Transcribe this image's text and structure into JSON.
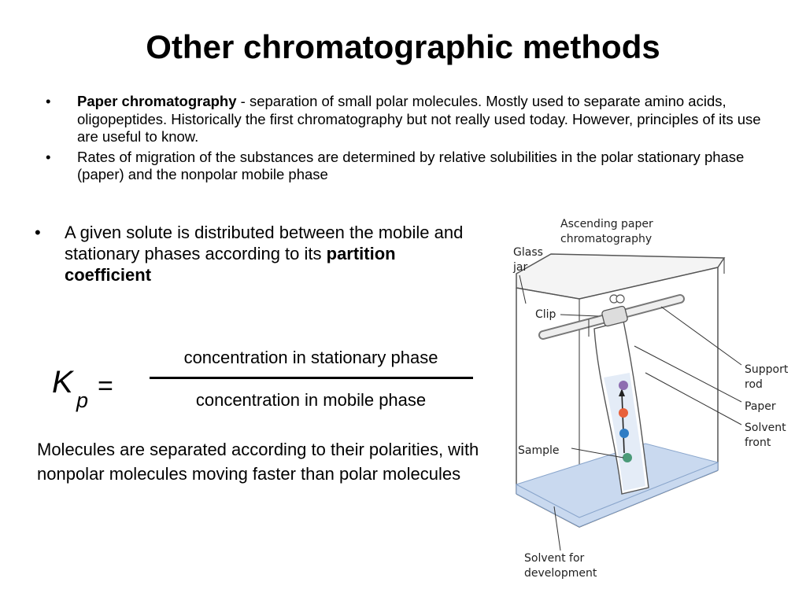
{
  "title": "Other chromatographic methods",
  "top_bullets": [
    {
      "bold": "Paper chromatography",
      "text": " - separation of small polar molecules.  Mostly  used to separate amino acids, oligopeptides.  Historically the first chromatography but not really used today.  However, principles of its use are useful to know."
    },
    {
      "bold": "",
      "text": "Rates of migration of the substances are determined by relative solubilities in the polar stationary phase (paper) and the nonpolar mobile phase"
    }
  ],
  "left_bullet": {
    "text": "A given solute is distributed between the mobile and stationary phases according to its ",
    "bold": "partition coefficient"
  },
  "bullet_symbol": "•",
  "formula": {
    "symbol": "K",
    "subscript": "p",
    "equals": "=",
    "numerator": "concentration in stationary phase",
    "denominator": "concentration in mobile phase"
  },
  "paragraph": "Molecules are separated according to their polarities, with nonpolar molecules moving faster than polar molecules",
  "diagram": {
    "title_line1": "Ascending paper",
    "title_line2": "chromatography",
    "labels": {
      "glass_jar_1": "Glass",
      "glass_jar_2": "jar",
      "clip": "Clip",
      "support_rod_1": "Support",
      "support_rod_2": "rod",
      "paper": "Paper",
      "solvent_front_1": "Solvent",
      "solvent_front_2": "front",
      "sample": "Sample",
      "solvent_dev_1": "Solvent for",
      "solvent_dev_2": "development"
    },
    "colors": {
      "spot_top": "#8e6cb0",
      "spot_orange": "#e8603a",
      "spot_blue": "#2f7cc4",
      "spot_sample": "#4a9a78",
      "solvent": "#c9d9ef"
    }
  }
}
